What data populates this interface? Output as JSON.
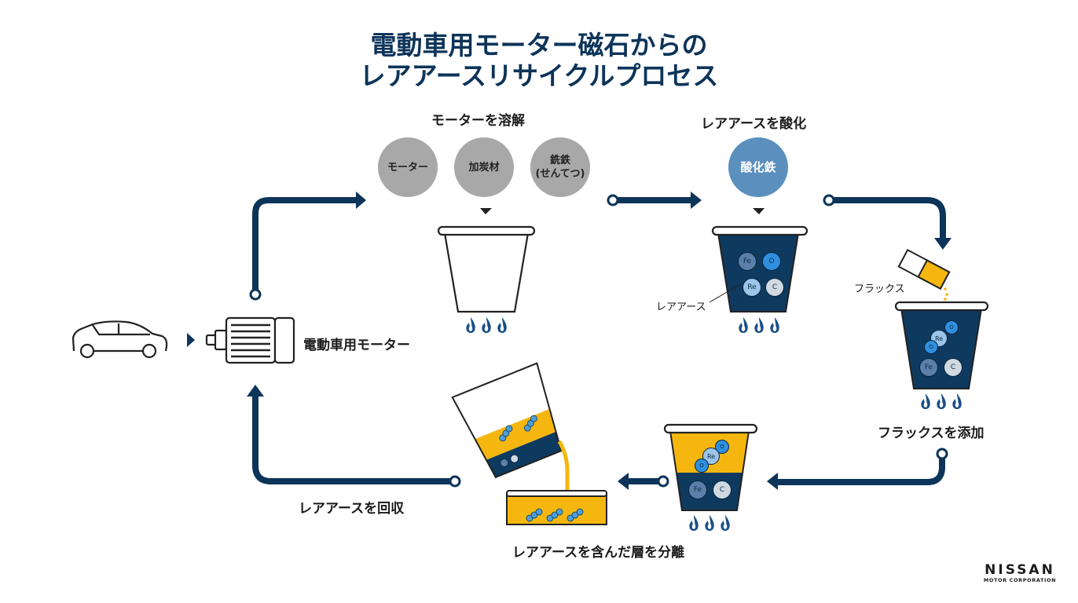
{
  "title": {
    "line1": "電動車用モーター磁石からの",
    "line2": "レアアースリサイクルプロセス"
  },
  "steps": {
    "dissolve": "モーターを溶解",
    "oxidize": "レアアースを酸化",
    "flux_added": "フラックスを添加",
    "separate": "レアアースを含んだ層を分離",
    "recover": "レアアースを回収",
    "motor": "電動車用モーター"
  },
  "inputs": {
    "motor": "モーター",
    "carbon": "加炭材",
    "pig_iron": "銑鉄\n(せんてつ)",
    "iron_oxide": "酸化鉄"
  },
  "labels": {
    "rare_earth": "レアアース",
    "flux": "フラックス"
  },
  "elements": {
    "fe": "Fe",
    "o": "O",
    "re": "Re",
    "c": "C"
  },
  "brand": {
    "name": "NISSAN",
    "sub": "MOTOR CORPORATION"
  },
  "colors": {
    "navy": "#0d3459",
    "molten": "#0f3a5f",
    "gold": "#f5b70f",
    "grey_circle": "#a8a8a8",
    "blue_circle": "#5b90be"
  },
  "icons": [
    "car-icon",
    "motor-icon",
    "flame-icon",
    "crucible-icon",
    "flux-container-icon"
  ]
}
